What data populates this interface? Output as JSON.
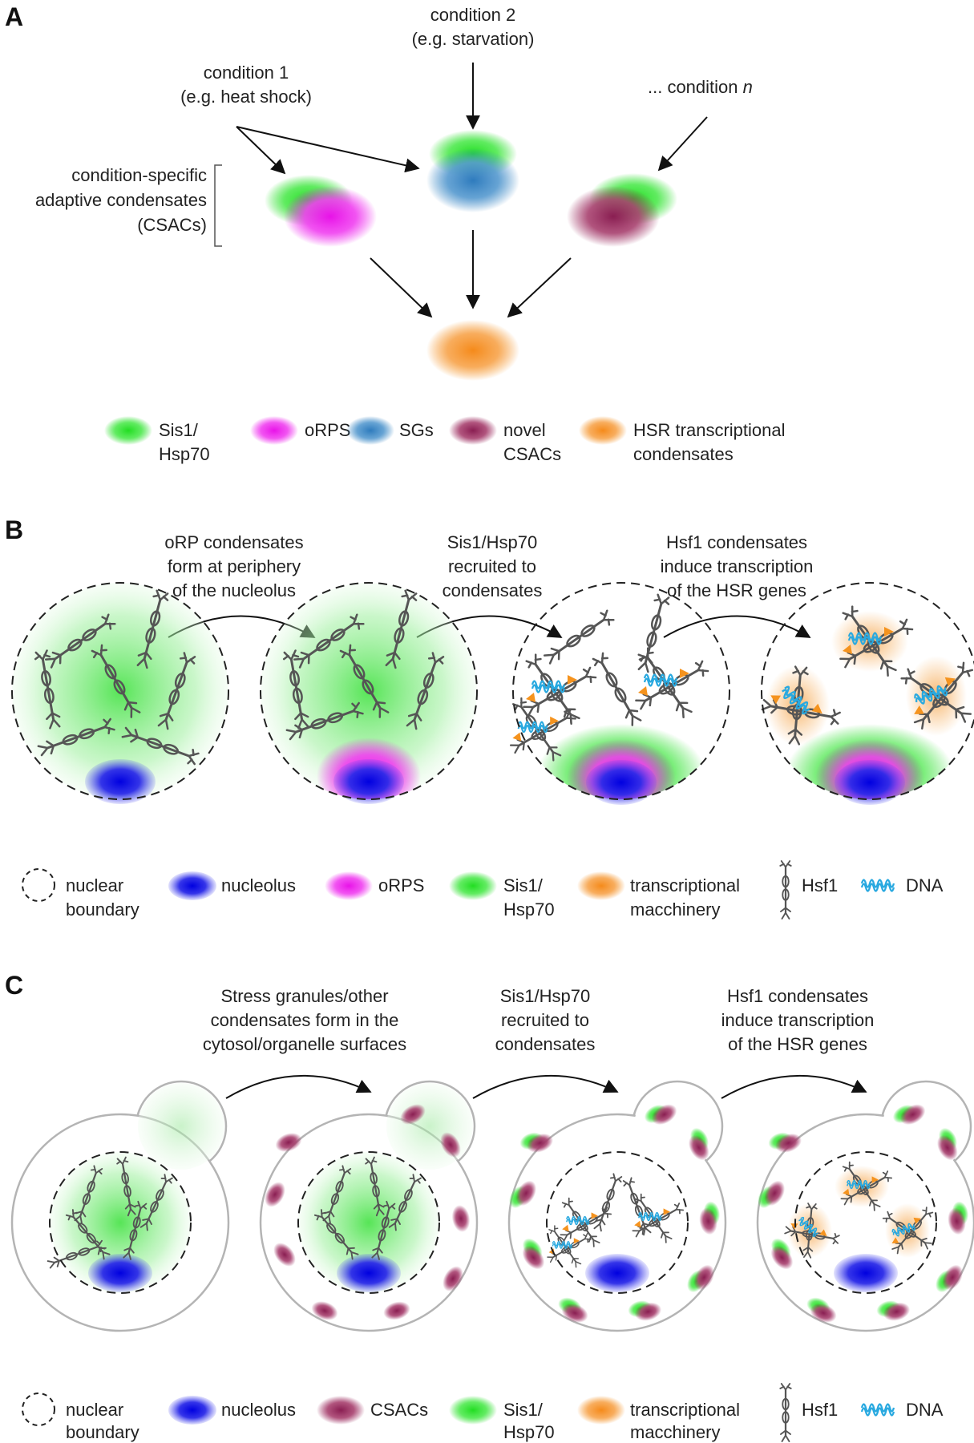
{
  "panel_a": {
    "letter": "A",
    "condition1": [
      "condition 1",
      "(e.g. heat shock)"
    ],
    "condition2": [
      "condition 2",
      "(e.g. starvation)"
    ],
    "conditionN_prefix": "... condition ",
    "conditionN_var": "n",
    "csac_bracket": [
      "condition-specific",
      "adaptive condensates",
      "(CSACs)"
    ],
    "legend": [
      {
        "lines": [
          "Sis1/",
          "Hsp70"
        ],
        "color": "#22dd22"
      },
      {
        "lines": [
          "oRPS"
        ],
        "color": "#ee22ee"
      },
      {
        "lines": [
          "SGs"
        ],
        "color": "#3a87c4"
      },
      {
        "lines": [
          "novel",
          "CSACs"
        ],
        "color": "#9a2a5e"
      },
      {
        "lines": [
          "HSR transcriptional",
          "condensates"
        ],
        "color": "#f5952a"
      }
    ]
  },
  "panel_b": {
    "letter": "B",
    "steps": [
      [
        "oRP condensates",
        "form at periphery",
        "of the nucleolus"
      ],
      [
        "Sis1/Hsp70",
        "recruited to",
        "condensates"
      ],
      [
        "Hsf1 condensates",
        "induce transcription",
        "of the HSR genes"
      ]
    ],
    "legend": [
      {
        "lines": [
          "nuclear",
          "boundary"
        ]
      },
      {
        "lines": [
          "nucleolus"
        ],
        "color": "#1a1ae6"
      },
      {
        "lines": [
          "oRPS"
        ],
        "color": "#ee22ee"
      },
      {
        "lines": [
          "Sis1/",
          "Hsp70"
        ],
        "color": "#22dd22"
      },
      {
        "lines": [
          "transcriptional",
          "macchinery"
        ],
        "color": "#f5952a"
      },
      {
        "lines": [
          "Hsf1"
        ]
      },
      {
        "lines": [
          "DNA"
        ],
        "glyph_color": "#29a9e0"
      }
    ]
  },
  "panel_c": {
    "letter": "C",
    "steps": [
      [
        "Stress granules/other",
        "condensates form in the",
        "cytosol/organelle surfaces"
      ],
      [
        "Sis1/Hsp70",
        "recruited to",
        "condensates"
      ],
      [
        "Hsf1 condensates",
        "induce transcription",
        "of the HSR genes"
      ]
    ],
    "legend": [
      {
        "lines": [
          "nuclear",
          "boundary"
        ]
      },
      {
        "lines": [
          "nucleolus"
        ],
        "color": "#1a1ae6"
      },
      {
        "lines": [
          "CSACs"
        ],
        "color": "#9a2a5e"
      },
      {
        "lines": [
          "Sis1/",
          "Hsp70"
        ],
        "color": "#22dd22"
      },
      {
        "lines": [
          "transcriptional",
          "macchinery"
        ],
        "color": "#f5952a"
      },
      {
        "lines": [
          "Hsf1"
        ]
      },
      {
        "lines": [
          "DNA"
        ],
        "glyph_color": "#29a9e0"
      }
    ]
  },
  "colors": {
    "green": "#22dd22",
    "magenta": "#ee22ee",
    "blue_sg": "#3a87c4",
    "maroon": "#9a2a5e",
    "orange": "#f5952a",
    "nucleolus": "#1a1ae6",
    "dna": "#29a9e0",
    "hsf1": "#555555"
  }
}
